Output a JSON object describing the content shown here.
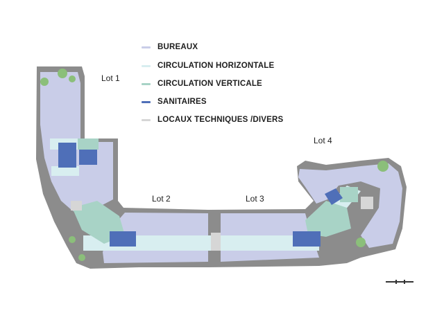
{
  "legend": {
    "items": [
      {
        "label": "BUREAUX",
        "color": "#c9cde8"
      },
      {
        "label": "CIRCULATION HORIZONTALE",
        "color": "#d8eef0"
      },
      {
        "label": "CIRCULATION VERTICALE",
        "color": "#a8d3c6"
      },
      {
        "label": "SANITAIRES",
        "color": "#4f6fb8"
      },
      {
        "label": "LOCAUX TECHNIQUES /DIVERS",
        "color": "#d6d6d6"
      }
    ]
  },
  "lots": {
    "lot1": "Lot 1",
    "lot2": "Lot 2",
    "lot3": "Lot 3",
    "lot4": "Lot 4"
  },
  "colors": {
    "terrace": "#8c8c8c",
    "office": "#c9cde8",
    "circulation_h": "#d8eef0",
    "circulation_v": "#a8d3c6",
    "sanitary": "#4f6fb8",
    "technical": "#d6d6d6",
    "vegetation": "#8bbf7a"
  },
  "icons": {
    "tree": "tree-icon",
    "scale": "scale-bar-icon"
  }
}
